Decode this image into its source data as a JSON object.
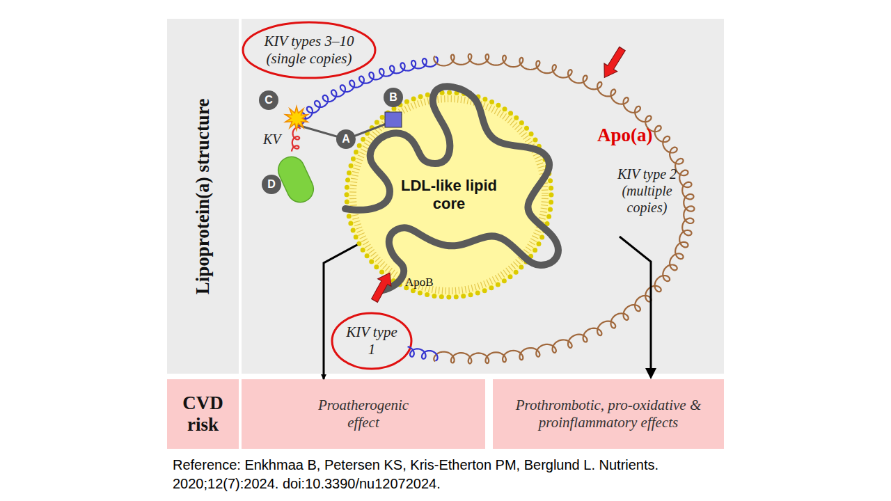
{
  "diagram": {
    "caption": "Reference: Enkhmaa B, Petersen KS, Kris-Etherton PM, Berglund L. Nutrients. 2020;12(7):2024. doi:10.3390/nu12072024.",
    "nodes": [
      {
        "text": [
          "Lipoprotein(a) structure"
        ]
      },
      {
        "text": [
          "LDL-like lipid core"
        ]
      },
      {
        "text": [
          "KIV types 3–10 (single copies)"
        ]
      },
      {
        "text": [
          "KIV type 1"
        ]
      },
      {
        "text": [
          "CVD risk"
        ]
      },
      {
        "text": [
          "Proatherogenic effect"
        ]
      },
      {
        "text": [
          "Prothrombotic, pro-oxidative & proinflammatory effects"
        ]
      }
    ],
    "edges": [
      {
        "from": 1,
        "to": 5,
        "arrow": "to"
      }
    ],
    "labels": [
      "C",
      "B",
      "A",
      "KV",
      "D",
      "Apo(a)",
      "KIV type 2 (multiple copies)",
      "ApoB"
    ]
  }
}
